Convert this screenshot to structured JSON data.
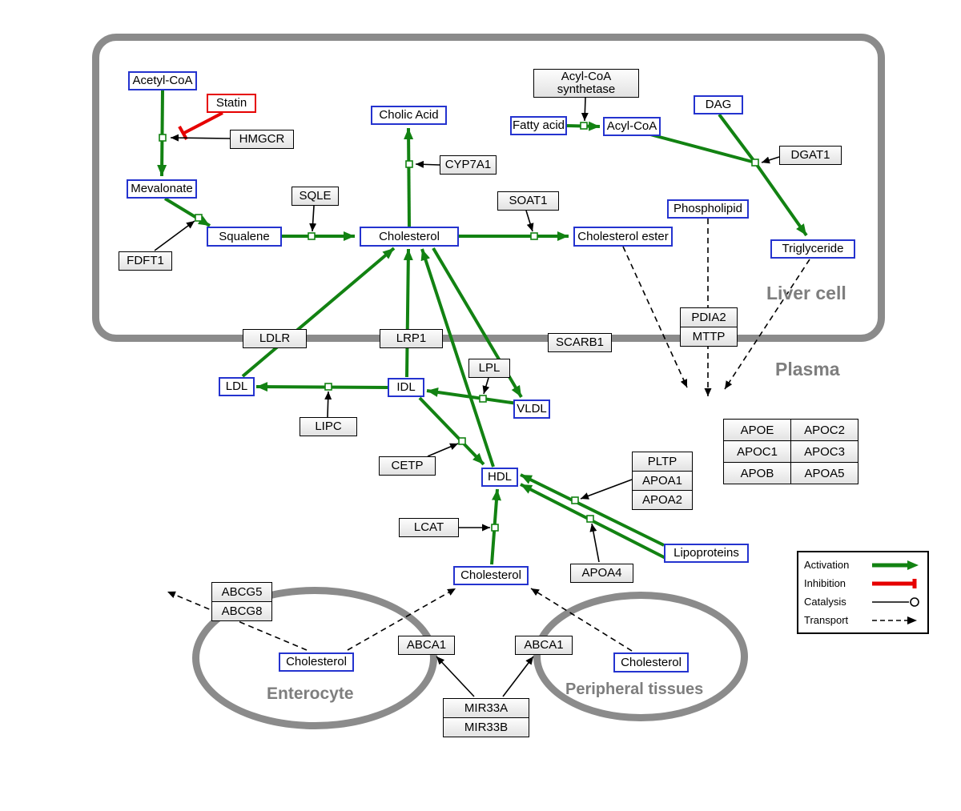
{
  "regions": {
    "liver_cell": "Liver cell",
    "plasma": "Plasma",
    "enterocyte": "Enterocyte",
    "peripheral_tissues": "Peripheral tissues"
  },
  "nodes": {
    "acetyl_coa": "Acetyl-CoA",
    "statin": "Statin",
    "hmgcr": "HMGCR",
    "mevalonate": "Mevalonate",
    "fdft1": "FDFT1",
    "squalene": "Squalene",
    "sqle": "SQLE",
    "cholesterol_liver": "Cholesterol",
    "cholic_acid": "Cholic Acid",
    "cyp7a1": "CYP7A1",
    "soat1": "SOAT1",
    "cholesterol_ester": "Cholesterol ester",
    "acyl_coa_synthetase": "Acyl-CoA\nsynthetase",
    "fatty_acid": "Fatty acid",
    "acyl_coa": "Acyl-CoA",
    "dag": "DAG",
    "dgat1": "DGAT1",
    "phospholipid": "Phospholipid",
    "triglyceride": "Triglyceride",
    "ldlr": "LDLR",
    "lrp1": "LRP1",
    "scarb1": "SCARB1",
    "ldl": "LDL",
    "idl": "IDL",
    "lipc": "LIPC",
    "lpl": "LPL",
    "vldl": "VLDL",
    "cetp": "CETP",
    "hdl": "HDL",
    "lcat": "LCAT",
    "apoa4": "APOA4",
    "lipoproteins": "Lipoproteins",
    "cholesterol_plasma": "Cholesterol",
    "cholesterol_enterocyte": "Cholesterol",
    "abca1_enterocyte": "ABCA1",
    "abca1_peripheral": "ABCA1",
    "cholesterol_peripheral": "Cholesterol"
  },
  "stacks": {
    "pdia2_mttp": [
      "PDIA2",
      "MTTP"
    ],
    "pltp_apoa": [
      "PLTP",
      "APOA1",
      "APOA2"
    ],
    "abcg": [
      "ABCG5",
      "ABCG8"
    ],
    "mir33": [
      "MIR33A",
      "MIR33B"
    ]
  },
  "apo_table": {
    "rows": [
      [
        "APOE",
        "APOC2"
      ],
      [
        "APOC1",
        "APOC3"
      ],
      [
        "APOB",
        "APOA5"
      ]
    ]
  },
  "legend": {
    "activation": "Activation",
    "inhibition": "Inhibition",
    "catalysis": "Catalysis",
    "transport": "Transport"
  },
  "colors": {
    "activation_green": "#128212",
    "inhibition_red": "#e60000",
    "entity_border_blue": "#2433cf",
    "membrane_gray": "#8b8b8b"
  }
}
